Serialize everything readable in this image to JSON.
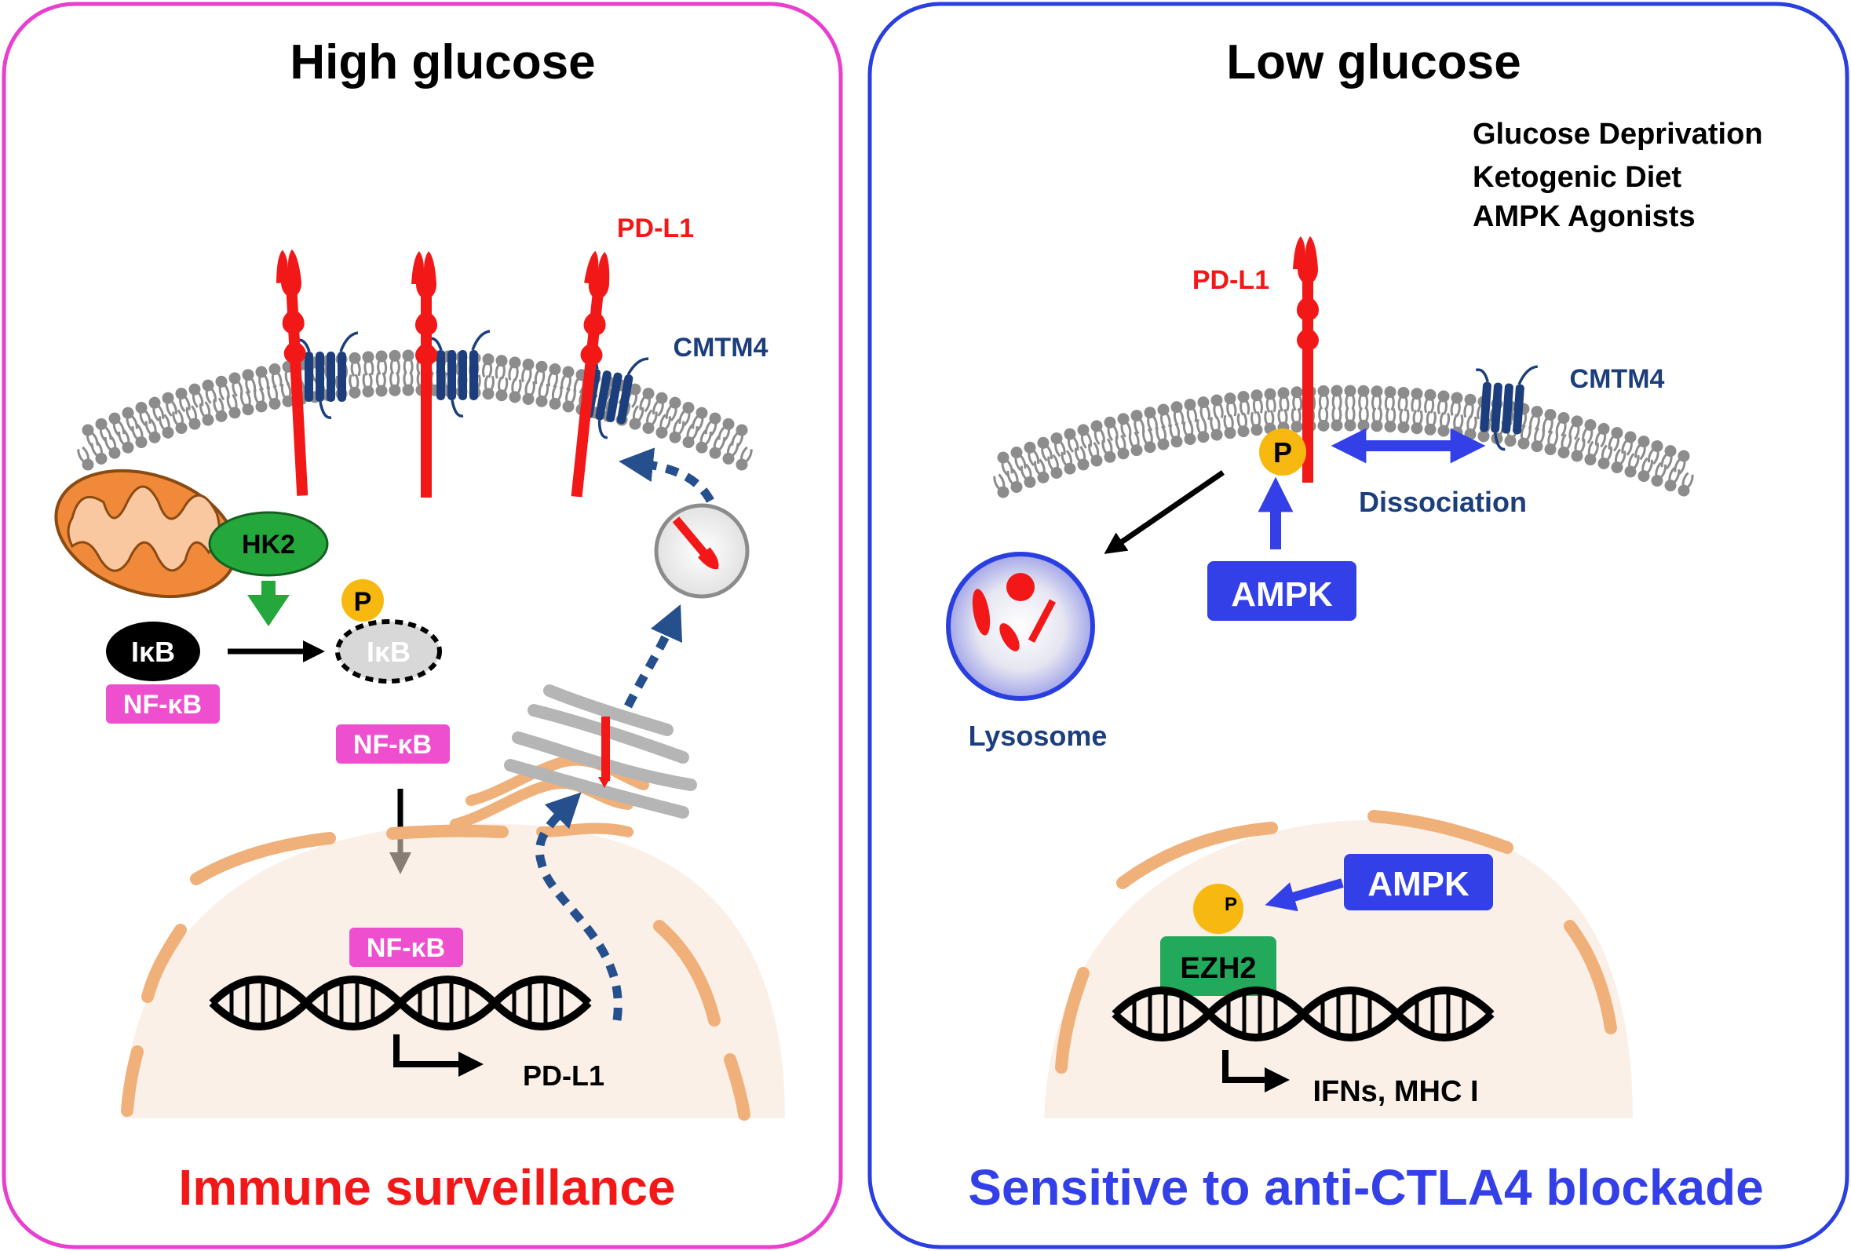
{
  "left_panel": {
    "title": "High glucose",
    "pdl1_label": "PD-L1",
    "cmtm4_label": "CMTM4",
    "hk2_label": "HK2",
    "p_label": "P",
    "ikb_label": "IκB",
    "ikb_degraded_label": "IκB",
    "nfkb_bound_label": "NF-κB",
    "nfkb_free_label": "NF-κB",
    "nfkb_nuclear_label": "NF-κB",
    "gene_label": "PD-L1",
    "outcome": "Immune surveillance"
  },
  "right_panel": {
    "title": "Low glucose",
    "conditions": [
      "Glucose Deprivation",
      "Ketogenic Diet",
      "AMPK Agonists"
    ],
    "pdl1_label": "PD-L1",
    "cmtm4_label": "CMTM4",
    "p_label": "P",
    "dissociation_label": "Dissociation",
    "ampk_label": "AMPK",
    "lysosome_label": "Lysosome",
    "ampk_nuclear_label": "AMPK",
    "p_small_label": "P",
    "ezh2_label": "EZH2",
    "gene_label": "IFNs, MHC I",
    "outcome": "Sensitive to anti-CTLA4 blockade"
  },
  "colors": {
    "left_border": "#e83fcf",
    "right_border": "#2a3fe0",
    "pdl1": "#f21818",
    "cmtm4": "#1c3e7c",
    "nfkb": "#ee4fce",
    "hk2": "#25a83b",
    "phospho": "#f7b90f",
    "ampk": "#3340e8",
    "ezh2": "#23a95c",
    "mito": "#f08a3a",
    "nucleus": "#f7e4d6",
    "traffic_arrow": "#264f8e",
    "left_outcome": "#f21818",
    "right_outcome": "#3340e8"
  }
}
